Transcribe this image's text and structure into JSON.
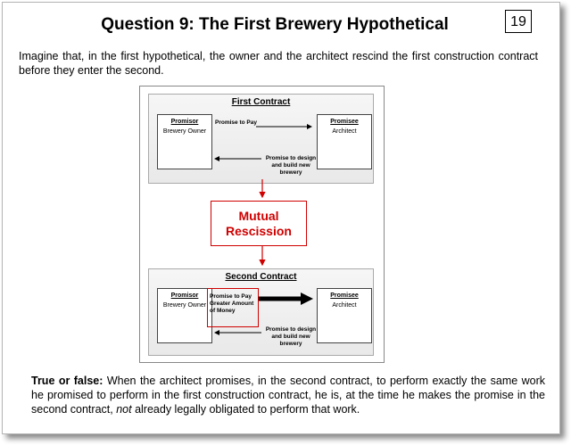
{
  "slide": {
    "title": "Question 9:  The First Brewery Hypothetical",
    "page_number": "19",
    "intro": "Imagine that, in the first hypothetical, the owner and the architect rescind the first construction contract before they enter the second."
  },
  "diagram": {
    "first": {
      "title": "First Contract",
      "promisor_role": "Promisor",
      "promisor_name": "Brewery Owner",
      "promisee_role": "Promisee",
      "promisee_name": "Architect",
      "pay_label": "Promise to Pay",
      "design_label_1": "Promise to design",
      "design_label_2": "and build new",
      "design_label_3": "brewery"
    },
    "mutual": {
      "line1": "Mutual",
      "line2": "Rescission"
    },
    "second": {
      "title": "Second Contract",
      "promisor_role": "Promisor",
      "promisor_name": "Brewery Owner",
      "promisee_role": "Promisee",
      "promisee_name": "Architect",
      "pay_label_1": "Promise to Pay",
      "pay_label_2": "Greater Amount",
      "pay_label_3": "of Money",
      "design_label_1": "Promise to design",
      "design_label_2": "and build new",
      "design_label_3": "brewery"
    },
    "colors": {
      "accent": "#d00000"
    }
  },
  "question": {
    "lead": "True or false:",
    "text_before": " When the architect promises, in the second contract, to perform exactly the same work he promised to perform in the first construction contract, he is, at the time he makes the promise in the second contract, ",
    "emphasis": "not",
    "text_after": " already legally obligated to perform that work."
  }
}
